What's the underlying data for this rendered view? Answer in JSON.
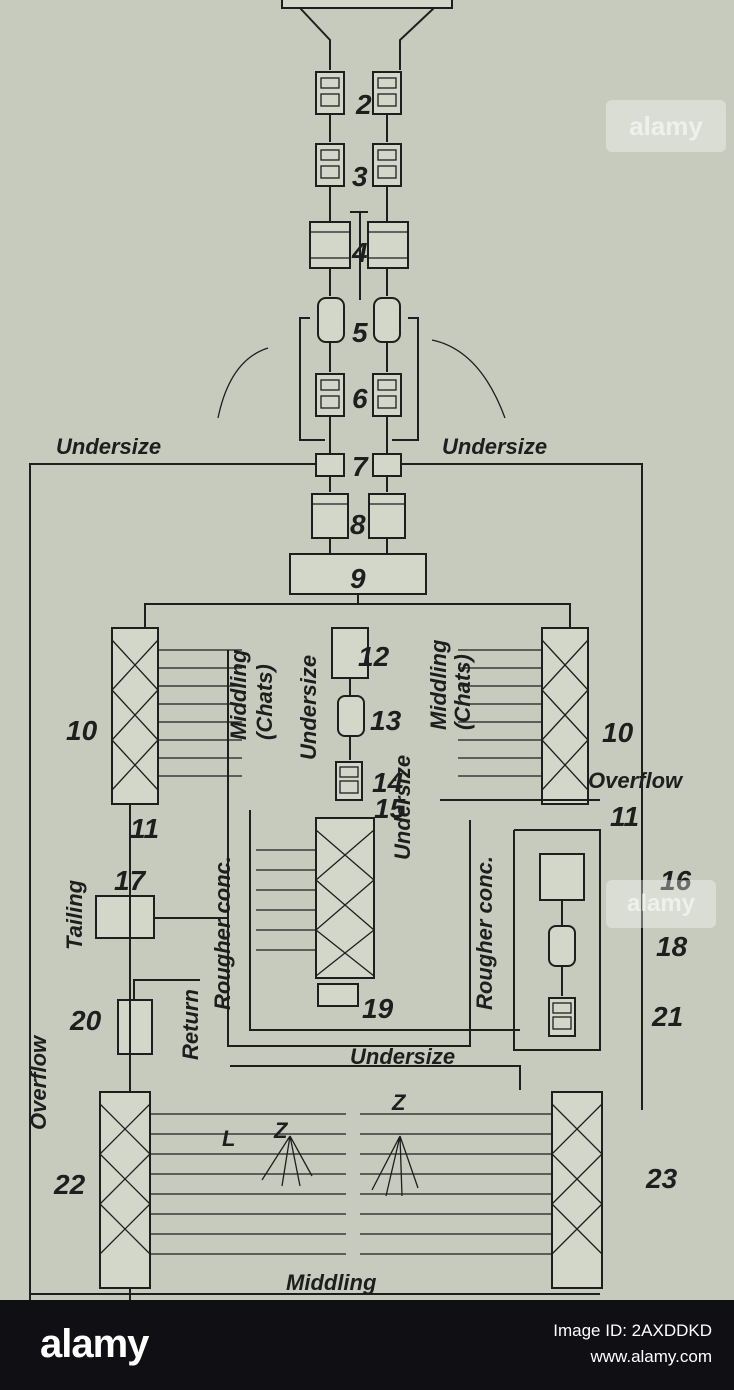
{
  "labels": {
    "n2": "2",
    "n3": "3",
    "n4": "4",
    "n5": "5",
    "n6": "6",
    "n7": "7",
    "n8": "8",
    "n9": "9",
    "n10a": "10",
    "n10b": "10",
    "n11a": "11",
    "n11b": "11",
    "n12": "12",
    "n13": "13",
    "n14": "14",
    "n15": "15",
    "n16": "16",
    "n17": "17",
    "n18": "18",
    "n19": "19",
    "n20": "20",
    "n21": "21",
    "n22": "22",
    "n23": "23",
    "undersize": "Undersize",
    "middling": "Middling",
    "chats": "(Chats)",
    "rougher_conc": "Rougher conc.",
    "overflow": "Overflow",
    "tailing": "Tailing",
    "return": "Return",
    "z": "Z",
    "l": "L"
  },
  "watermark": {
    "brand": "alamy",
    "footer_logo": "alamy",
    "image_id": "Image ID: 2AXDDKD",
    "site": "www.alamy.com"
  }
}
